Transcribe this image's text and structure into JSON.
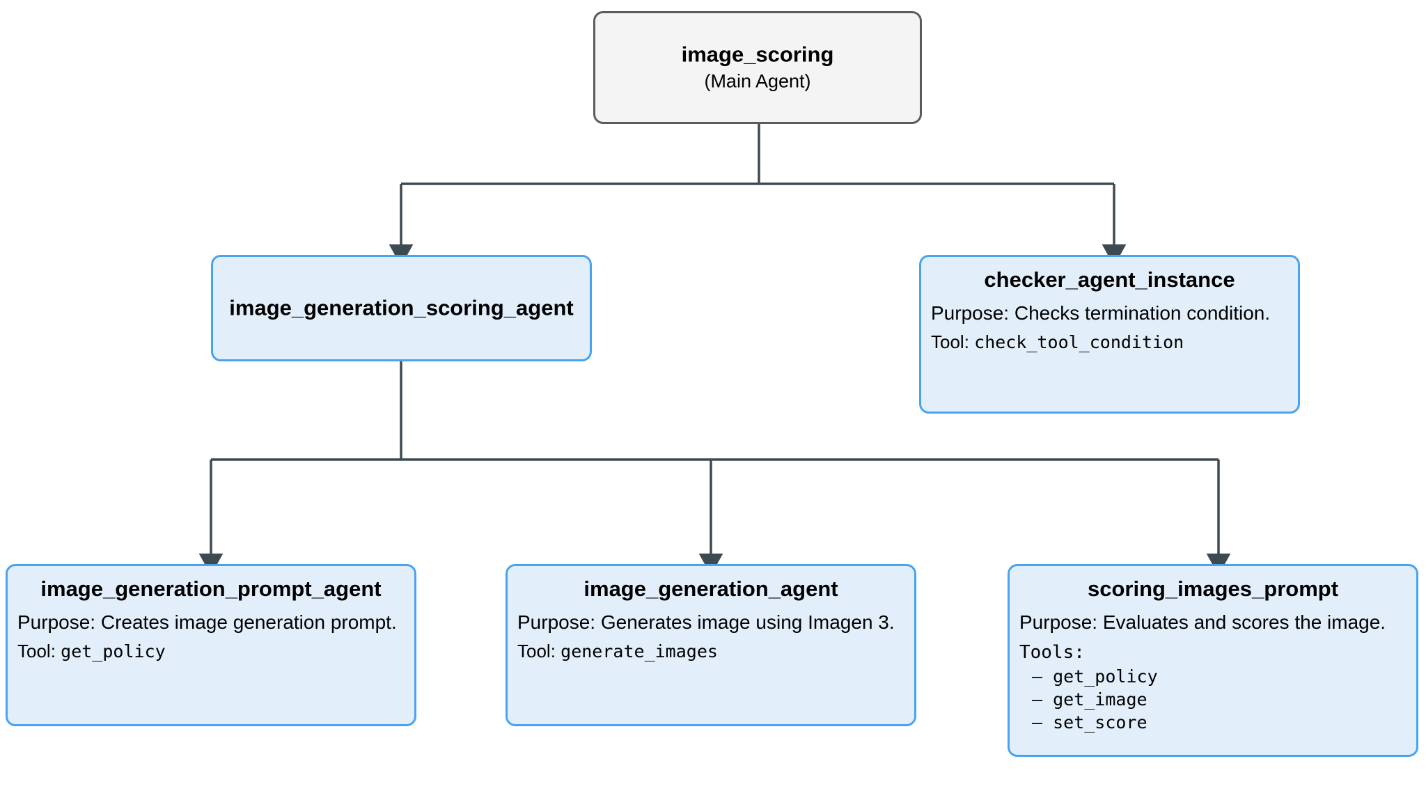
{
  "diagram": {
    "type": "agent-hierarchy-tree",
    "orientation": "top-down",
    "colors": {
      "root_fill": "#f4f4f4",
      "root_border": "#5b5b5b",
      "agent_fill": "#e2effb",
      "agent_border": "#4aa3ef",
      "edge": "#3e4a52",
      "text": "#000000",
      "background": "#ffffff"
    },
    "nodes": {
      "root": {
        "title": "image_scoring",
        "subtitle": "(Main Agent)"
      },
      "scoring_agent": {
        "title": "image_generation_scoring_agent"
      },
      "checker": {
        "title": "checker_agent_instance",
        "purpose": "Purpose: Checks termination condition.",
        "tool_label": "Tool:",
        "tool_value": "check_tool_condition"
      },
      "prompt_agent": {
        "title": "image_generation_prompt_agent",
        "purpose": "Purpose: Creates image generation prompt.",
        "tool_label": "Tool:",
        "tool_value": "get_policy"
      },
      "generation_agent": {
        "title": "image_generation_agent",
        "purpose": "Purpose: Generates image using Imagen 3.",
        "tool_label": "Tool:",
        "tool_value": "generate_images"
      },
      "scoring_prompt": {
        "title": "scoring_images_prompt",
        "purpose": "Purpose: Evaluates and scores the image.",
        "tools_label": "Tools:",
        "tools": [
          "– get_policy",
          "– get_image",
          "– set_score"
        ]
      }
    },
    "edges": [
      {
        "from": "image_scoring",
        "to": "image_generation_scoring_agent"
      },
      {
        "from": "image_scoring",
        "to": "checker_agent_instance"
      },
      {
        "from": "image_generation_scoring_agent",
        "to": "image_generation_prompt_agent"
      },
      {
        "from": "image_generation_scoring_agent",
        "to": "image_generation_agent"
      },
      {
        "from": "image_generation_scoring_agent",
        "to": "scoring_images_prompt"
      }
    ]
  }
}
